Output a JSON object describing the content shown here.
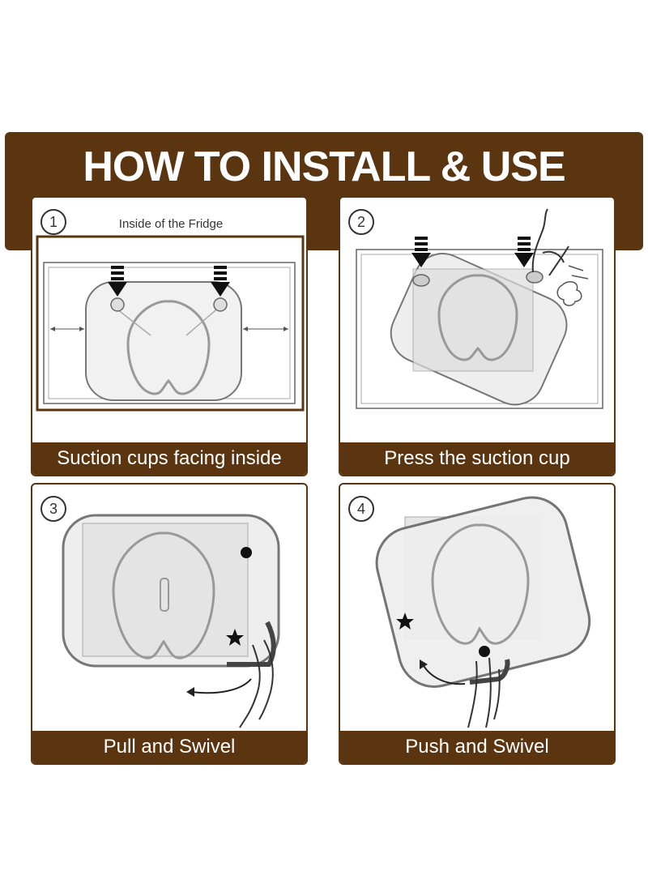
{
  "header": {
    "title": "HOW TO INSTALL & USE"
  },
  "steps": [
    {
      "number": "1",
      "caption": "Suction cups facing inside",
      "label": "Inside of the Fridge"
    },
    {
      "number": "2",
      "caption": "Press the suction cup"
    },
    {
      "number": "3",
      "caption": "Pull and Swivel"
    },
    {
      "number": "4",
      "caption": "Push and Swivel"
    }
  ],
  "colors": {
    "brand_brown": "#5a3510",
    "line_gray": "#8a8a8a"
  }
}
